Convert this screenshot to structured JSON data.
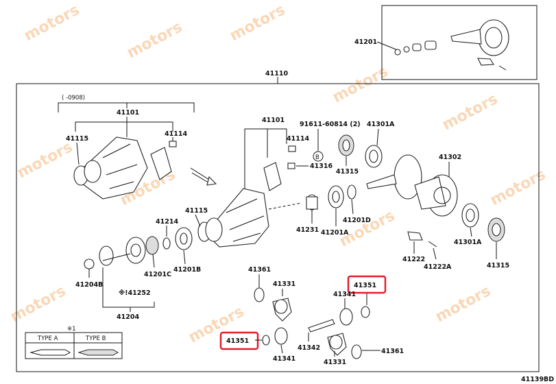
{
  "diagram": {
    "watermark_text": "motors",
    "footer_code": "41139BD",
    "box_label_outer": "41110",
    "box_label_inset": "41201",
    "date_note": "(    -0908)",
    "type_table_ref": "※1",
    "type_a": "TYPE A",
    "type_b": "TYPE B",
    "b_circle": "B",
    "parts": {
      "p41101_top": "41101",
      "p41115_left": "41115",
      "p41114_left": "41114",
      "p41101_mid": "41101",
      "p41114_mid": "41114",
      "p91611": "91611-60814 (2)",
      "p41301a_top": "41301A",
      "p41316": "41316",
      "p41315_top": "41315",
      "p41302": "41302",
      "p41214": "41214",
      "p41115_mid": "41115",
      "p41231": "41231",
      "p41201a": "41201A",
      "p41201d": "41201D",
      "p41201c": "41201C",
      "p41201b": "41201B",
      "p41204b": "41204B",
      "p41252": "※!41252",
      "p41204": "41204",
      "p41301a_bot": "41301A",
      "p41222": "41222",
      "p41222a": "41222A",
      "p41315_bot": "41315",
      "p41361_top": "41361",
      "p41331_top": "41331",
      "p41351_hl_top": "41351",
      "p41341_top": "41341",
      "p41351_hl_bot": "41351",
      "p41341_bot": "41341",
      "p41342": "41342",
      "p41331_bot": "41331",
      "p41361_bot": "41361"
    }
  }
}
